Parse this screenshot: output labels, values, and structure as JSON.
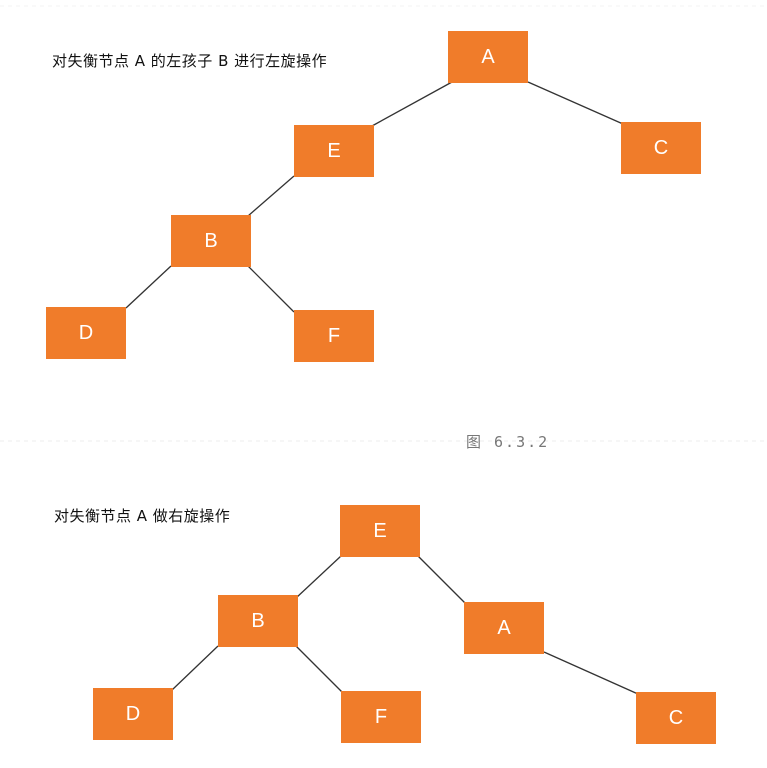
{
  "figure1": {
    "description": "对失衡节点 A 的左孩子 B 进行左旋操作",
    "nodes": {
      "A": "A",
      "E": "E",
      "C": "C",
      "B": "B",
      "D": "D",
      "F": "F"
    }
  },
  "caption": "图 6.3.2",
  "figure2": {
    "description": "对失衡节点 A 做右旋操作",
    "nodes": {
      "E": "E",
      "B": "B",
      "A": "A",
      "D": "D",
      "F": "F",
      "C": "C"
    }
  },
  "colors": {
    "node_fill": "#f07c2a",
    "node_text": "#ffffff",
    "edge": "#333333"
  }
}
